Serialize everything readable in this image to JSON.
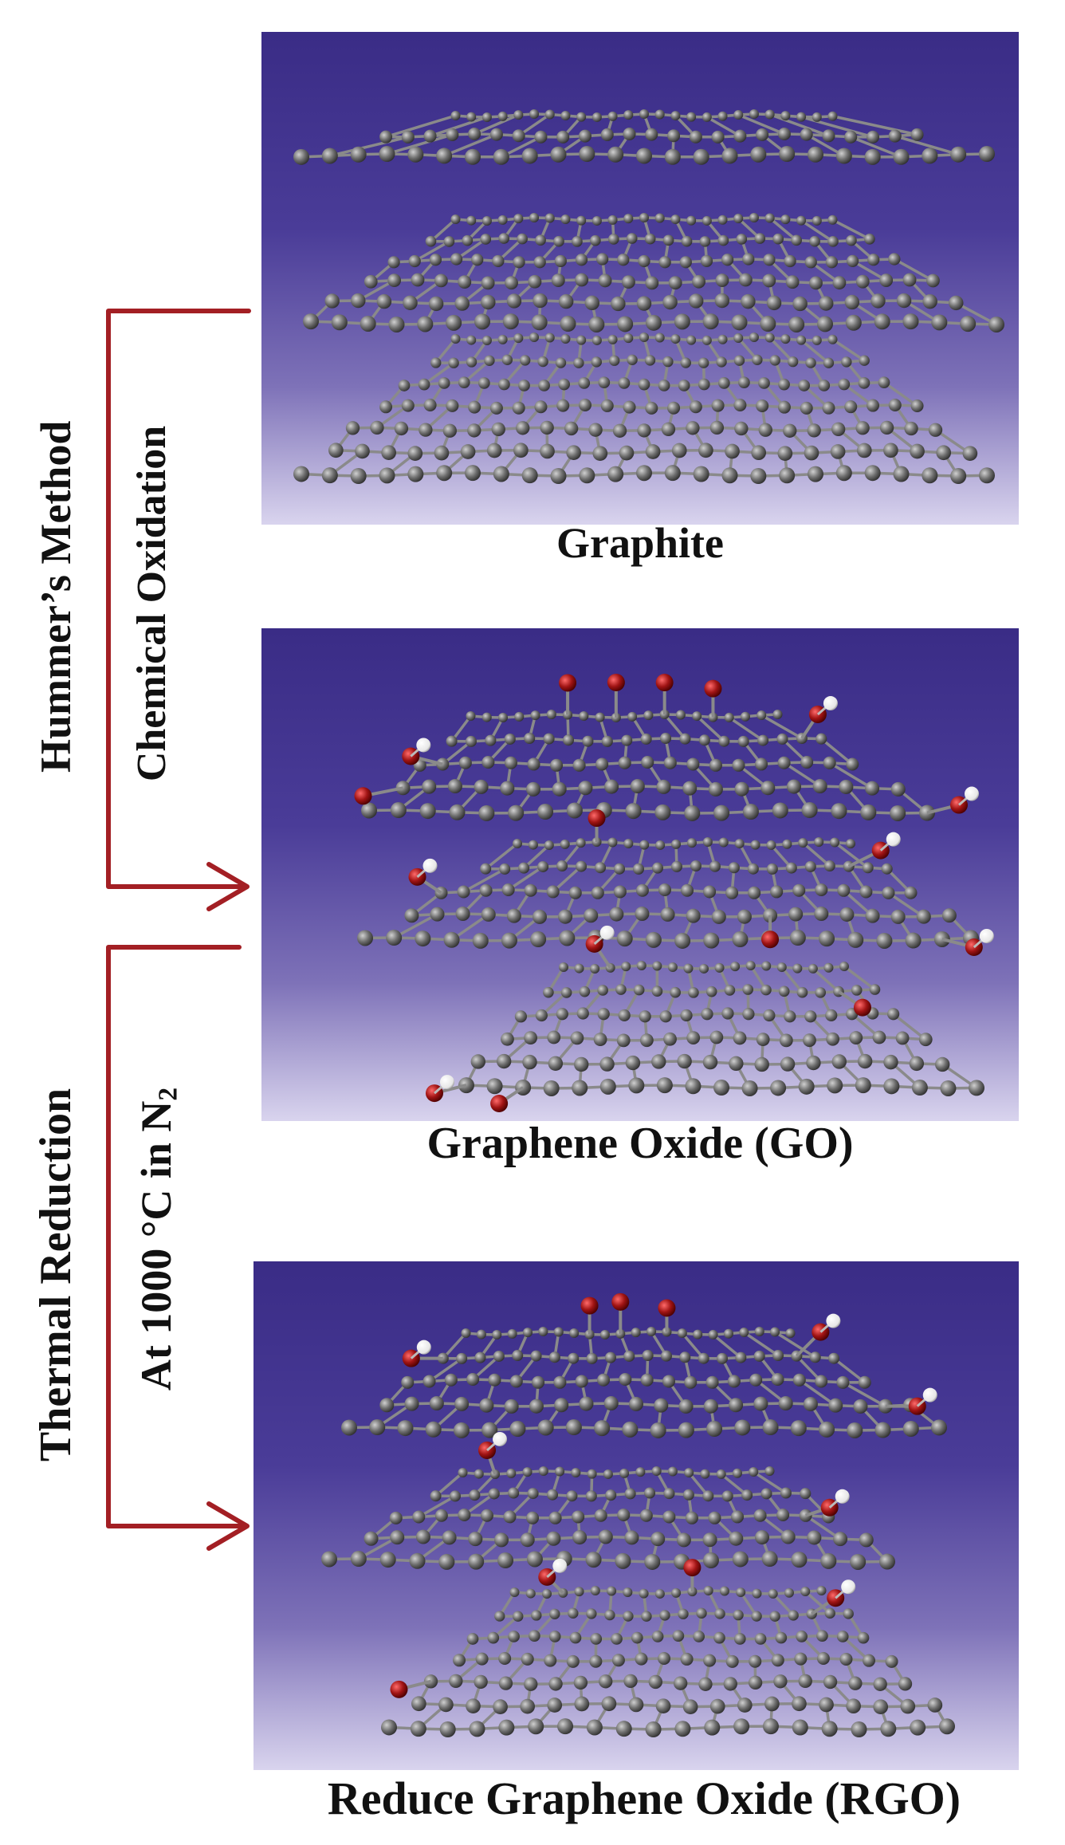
{
  "panels": [
    {
      "caption": "Graphite",
      "structure": "stacked carbon layers"
    },
    {
      "caption": "Graphene Oxide (GO)",
      "structure": "oxidized carbon layers"
    },
    {
      "caption": "Reduce Graphene Oxide (RGO)",
      "structure": "partially reduced layers"
    }
  ],
  "steps": [
    {
      "method": "Hummer’s Method",
      "process": "Chemical Oxidation"
    },
    {
      "method": "Thermal Reduction",
      "process_prefix": "At 1000 °C in N",
      "process_subscript": "2"
    }
  ],
  "colors": {
    "carbon": "#6e6e6e",
    "oxygen": "#a01414",
    "hydrogen": "#ffffff",
    "arrow": "#a31f24",
    "panel_top": "#3a2c86",
    "panel_bottom": "#d9d4ee"
  }
}
